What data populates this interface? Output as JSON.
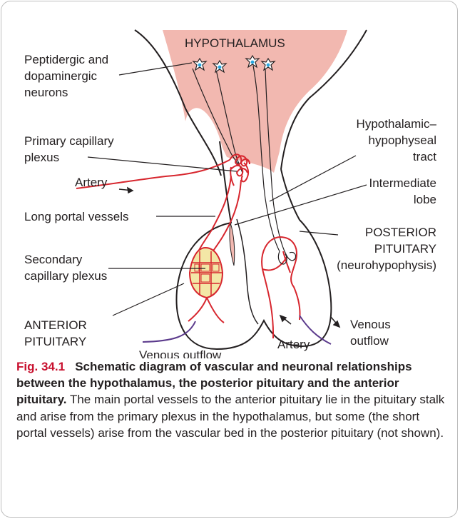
{
  "labels": {
    "hypothalamus": "HYPOTHALAMUS",
    "neurons": [
      "Peptidergic and",
      "dopaminergic",
      "neurons"
    ],
    "primary_plexus": [
      "Primary capillary",
      "plexus"
    ],
    "artery_left": "Artery",
    "long_portal": "Long portal vessels",
    "secondary_plexus": [
      "Secondary",
      "capillary plexus"
    ],
    "anterior_pituitary": [
      "ANTERIOR",
      "PITUITARY"
    ],
    "venous_outflow_left": "Venous outflow",
    "hypothalamic_tract": [
      "Hypothalamic–",
      "hypophyseal",
      "tract"
    ],
    "intermediate_lobe": [
      "Intermediate",
      "lobe"
    ],
    "posterior_pituitary": [
      "POSTERIOR",
      "PITUITARY",
      "(neurohypophysis)"
    ],
    "artery_right": "Artery",
    "venous_outflow_right": [
      "Venous",
      "outflow"
    ]
  },
  "caption": {
    "figure_number": "Fig. 34.1",
    "title": "Schematic diagram of vascular and neuronal relationships between the hypothalamus, the posterior pituitary and the anterior pituitary.",
    "body": "The main portal vessels to the anterior pituitary lie in the pituitary stalk and arise from the primary plexus in the hypothalamus, but some (the short portal vessels) arise from the vascular bed in the posterior pituitary (not shown)."
  },
  "colors": {
    "hypothalamus_fill": "#f2b8b0",
    "vessel_red": "#d7262e",
    "venous_purple": "#5b3a8c",
    "secondary_plexus_fill": "#f3e7a6",
    "neuron_blue": "#2aa7e0",
    "figure_number_red": "#c8102e"
  }
}
